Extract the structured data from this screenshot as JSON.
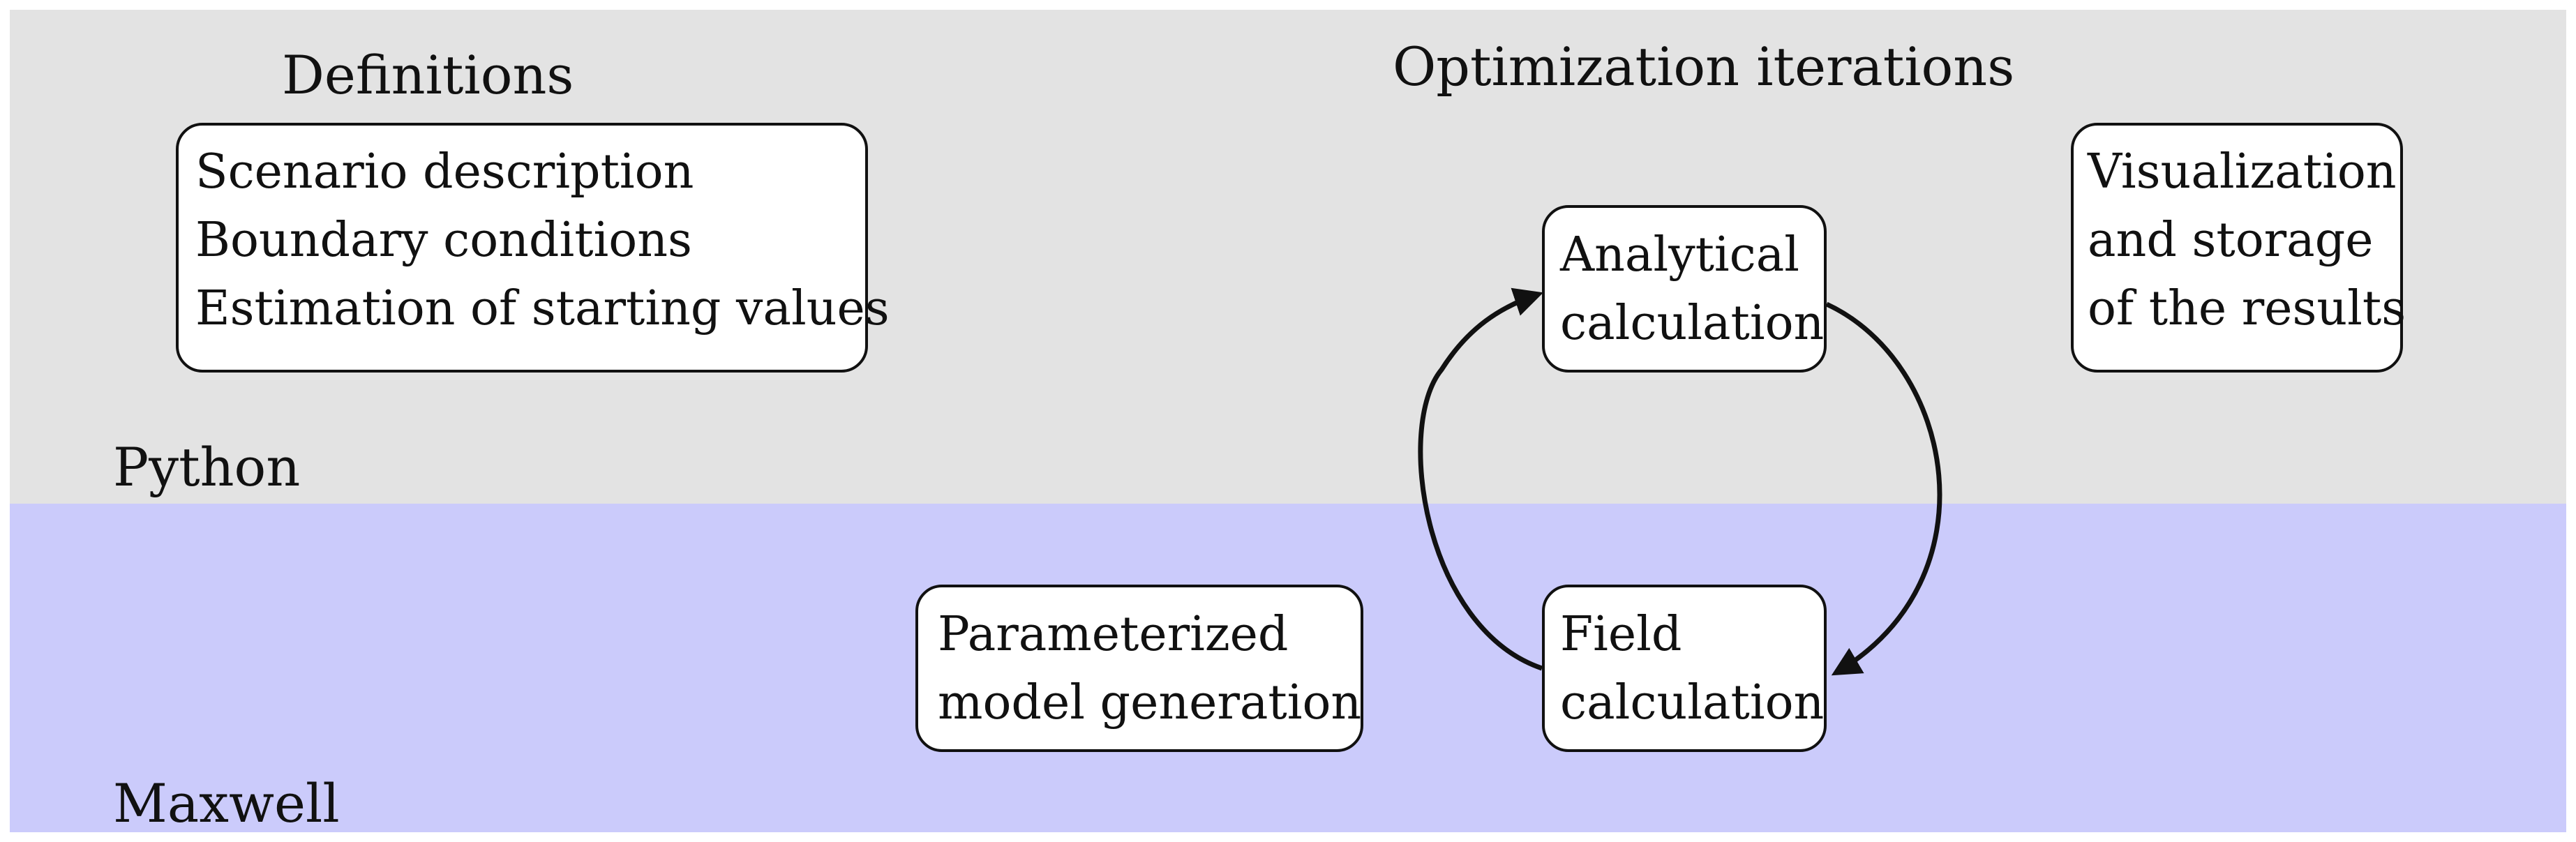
{
  "headings": {
    "definitions": "Definitions",
    "optimization": "Optimization iterations"
  },
  "regions": {
    "python": "Python",
    "maxwell": "Maxwell"
  },
  "boxes": {
    "definitions": [
      "Scenario description",
      "Boundary conditions",
      "Estimation of starting values"
    ],
    "analytical": [
      "Analytical",
      "calculation"
    ],
    "visualization": [
      "Visualization",
      "and storage",
      "of the results"
    ],
    "parameterized": [
      "Parameterized",
      "model generation"
    ],
    "field": [
      "Field",
      "calculation"
    ]
  },
  "colors": {
    "python_band": "#e3e3e3",
    "maxwell_band": "#cbcbfb"
  }
}
